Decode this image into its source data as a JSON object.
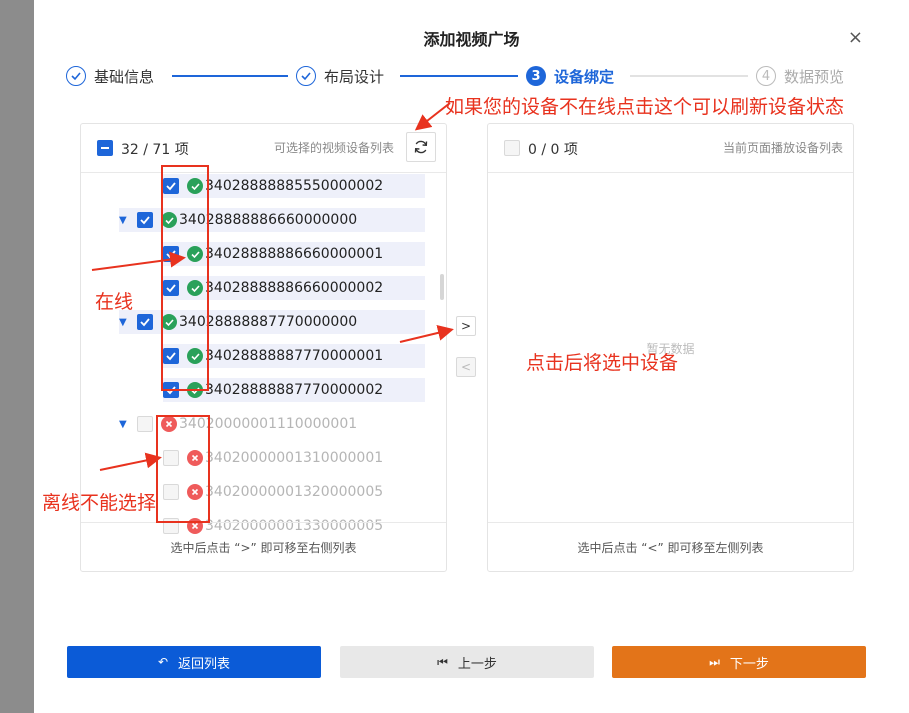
{
  "dialog": {
    "title": "添加视频广场",
    "close_icon": "×"
  },
  "steps": [
    {
      "label": "基础信息",
      "state": "done"
    },
    {
      "label": "布局设计",
      "state": "done"
    },
    {
      "number": "3",
      "label": "设备绑定",
      "state": "active"
    },
    {
      "number": "4",
      "label": "数据预览",
      "state": "todo"
    }
  ],
  "left_panel": {
    "count": "32 / 71 项",
    "subtitle": "可选择的视频设备列表",
    "footer": "选中后点击 “>” 即可移至右侧列表",
    "items": [
      {
        "name": "34028888885550000002",
        "status": "online",
        "checked": true,
        "level": 2
      },
      {
        "name": "34028888886660000000",
        "status": "online",
        "checked": true,
        "level": 1,
        "expanded": true
      },
      {
        "name": "34028888886660000001",
        "status": "online",
        "checked": true,
        "level": 2
      },
      {
        "name": "34028888886660000002",
        "status": "online",
        "checked": true,
        "level": 2
      },
      {
        "name": "34028888887770000000",
        "status": "online",
        "checked": true,
        "level": 1,
        "expanded": true
      },
      {
        "name": "34028888887770000001",
        "status": "online",
        "checked": true,
        "level": 2
      },
      {
        "name": "34028888887770000002",
        "status": "online",
        "checked": true,
        "level": 2
      },
      {
        "name": "34020000001110000001",
        "status": "offline",
        "checked": false,
        "level": 1,
        "expanded": true
      },
      {
        "name": "34020000001310000001",
        "status": "offline",
        "checked": false,
        "level": 2
      },
      {
        "name": "34020000001320000005",
        "status": "offline",
        "checked": false,
        "level": 2
      },
      {
        "name": "34020000001330000005",
        "status": "offline",
        "checked": false,
        "level": 2
      }
    ]
  },
  "right_panel": {
    "count": "0 / 0 项",
    "subtitle": "当前页面播放设备列表",
    "empty_text": "暂无数据",
    "footer": "选中后点击 “<” 即可移至左侧列表"
  },
  "transfer": {
    "to_right": ">",
    "to_left": "<"
  },
  "buttons": {
    "back_list": "返回列表",
    "prev": "上一步",
    "next": "下一步"
  },
  "annotations": {
    "refresh_tip": "如果您的设备不在线点击这个可以刷新设备状态",
    "online": "在线",
    "offline": "离线不能选择",
    "move_tip": "点击后将选中设备"
  },
  "colors": {
    "primary": "#1e66d9",
    "next_button": "#e37419",
    "prev_button": "#e8e8e8",
    "online": "#2aa15a",
    "offline": "#ef5b5b",
    "annotation": "#e8321e"
  }
}
